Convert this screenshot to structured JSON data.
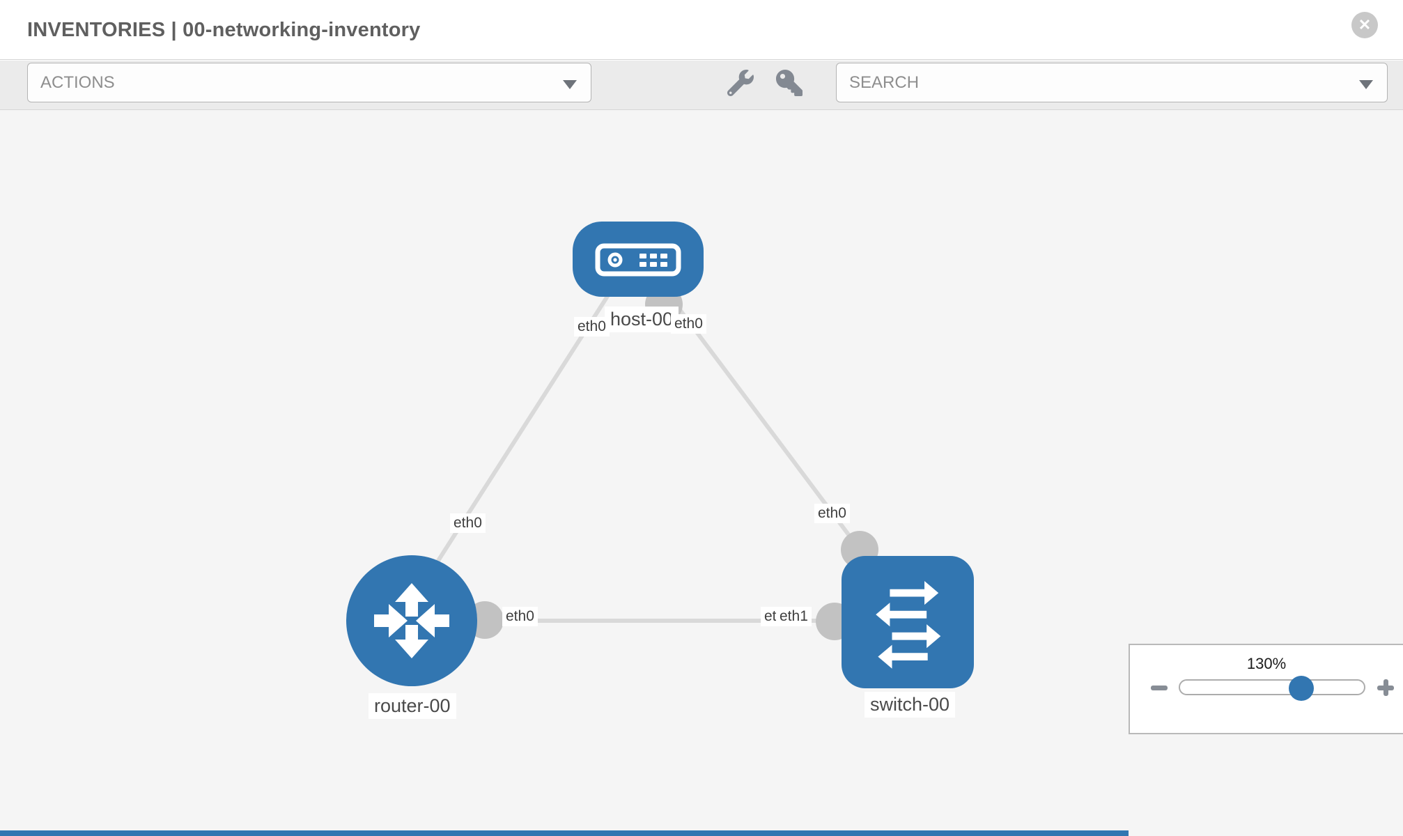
{
  "header": {
    "title": "INVENTORIES | 00-networking-inventory",
    "close_glyph": "✕"
  },
  "toolbar": {
    "actions_label": "ACTIONS",
    "search_placeholder": "SEARCH",
    "icons": [
      "wrench-icon",
      "key-icon"
    ]
  },
  "canvas": {
    "nodes": [
      {
        "id": "host-00",
        "type": "host",
        "label": "host-00"
      },
      {
        "id": "router-00",
        "type": "router",
        "label": "router-00"
      },
      {
        "id": "switch-00",
        "type": "switch",
        "label": "switch-00"
      }
    ],
    "links": [
      {
        "from": "host-00",
        "to": "router-00"
      },
      {
        "from": "host-00",
        "to": "switch-00"
      },
      {
        "from": "router-00",
        "to": "switch-00"
      }
    ],
    "interface_labels": [
      {
        "text": "eth0",
        "node": "host-00",
        "link": "host-router"
      },
      {
        "text": "eth0",
        "node": "host-00",
        "link": "host-switch"
      },
      {
        "text": "eth0",
        "node": "router-00",
        "link": "host-router"
      },
      {
        "text": "eth0",
        "node": "switch-00",
        "link": "host-switch"
      },
      {
        "text": "eth0",
        "node": "router-00",
        "link": "router-switch"
      },
      {
        "text": "eth1",
        "node": "switch-00",
        "link": "router-switch"
      },
      {
        "text": "eth1",
        "node": "switch-00",
        "link": "router-switch-overlap"
      }
    ]
  },
  "zoom_control": {
    "value": "130%"
  },
  "colors": {
    "node_blue": "#3276b1",
    "link_gray": "#d9d9d9",
    "connector_gray": "#c2c2c2",
    "canvas_bg": "#f5f5f5",
    "toolbar_bg": "#ebebeb"
  }
}
